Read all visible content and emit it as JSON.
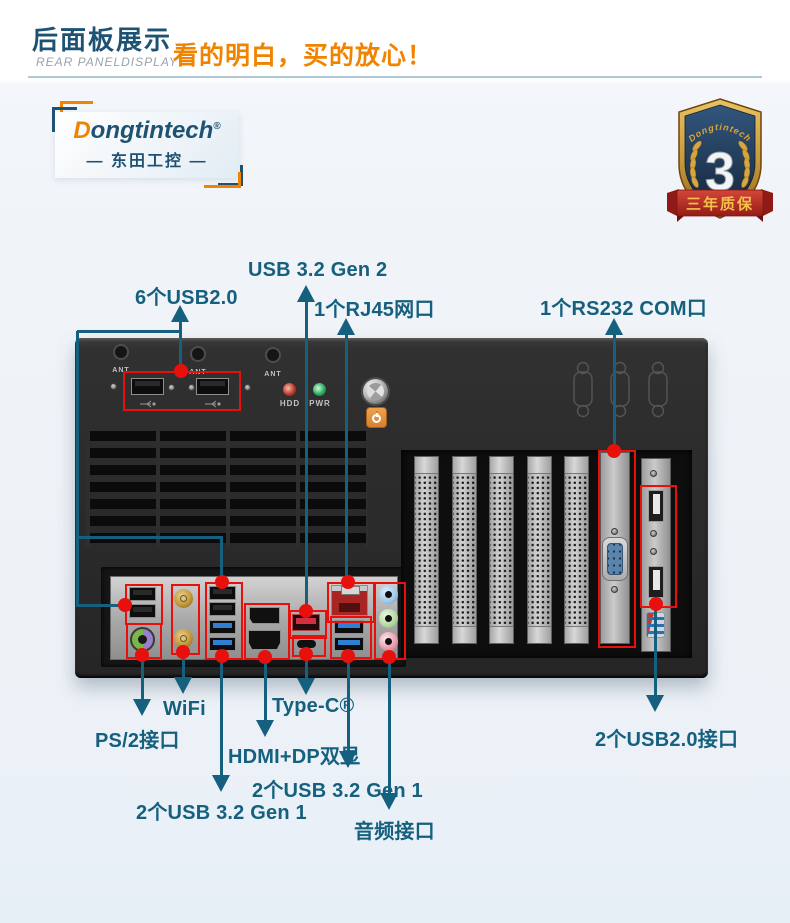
{
  "header": {
    "title_cn": "后面板展示",
    "title_en": "REAR PANELDISPLAY",
    "slogan": "看的明白，买的放心！"
  },
  "logo": {
    "brand_initial": "D",
    "brand_rest": "ongtintech",
    "reg_mark": "®",
    "brand_cn": "— 东田工控 —"
  },
  "badge": {
    "arc_brand": "Dongtintech",
    "years": "3",
    "ribbon": "三年质保"
  },
  "chassis": {
    "ant_label": "ANT",
    "hdd_label": "HDD",
    "pwr_label": "PWR"
  },
  "callouts": {
    "usb2_top": "6个USB2.0",
    "usb32gen2": "USB 3.2 Gen 2",
    "rj45": "1个RJ45网口",
    "rs232": "1个RS232 COM口",
    "ps2": "PS/2接口",
    "wifi": "WiFi",
    "typec": "Type-C®",
    "hdmi_dp": "HDMI+DP双显",
    "usb32gen1_left": "2个USB 3.2 Gen 1",
    "usb32gen1_right": "2个USB 3.2 Gen 1",
    "audio": "音频接口",
    "usb2_right": "2个USB2.0接口"
  },
  "colors": {
    "accent_teal": "#15607f",
    "accent_orange": "#f08300",
    "highlight_red": "#e8100c"
  }
}
